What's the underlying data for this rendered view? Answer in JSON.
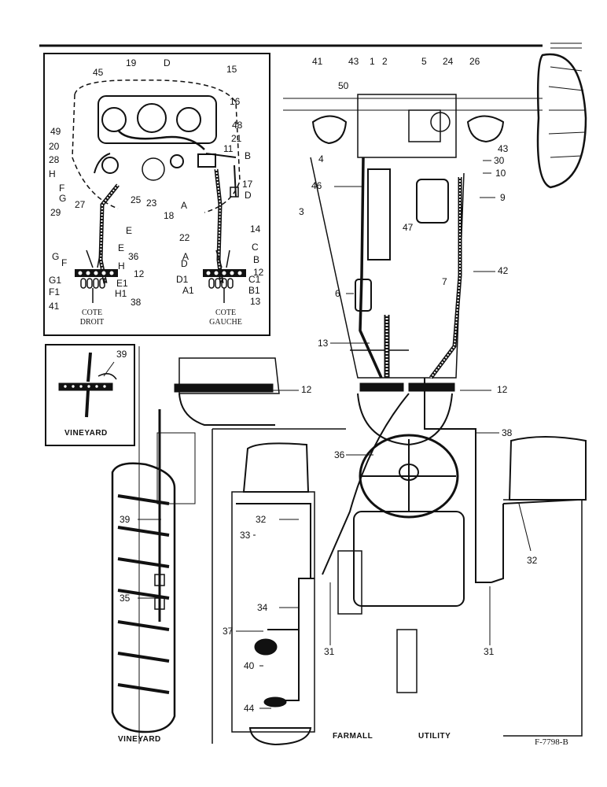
{
  "inset": {
    "side_right": [
      "COTE",
      "DROIT"
    ],
    "side_left": [
      "COTE",
      "GAUCHE"
    ],
    "callouts": [
      "45",
      "19",
      "D",
      "15",
      "16",
      "48",
      "49",
      "20",
      "21",
      "11",
      "28",
      "B",
      "H",
      "F",
      "G",
      "27",
      "25",
      "23",
      "18",
      "17",
      "D",
      "29",
      "E",
      "A",
      "22",
      "14",
      "G",
      "F",
      "E",
      "36",
      "H",
      "C",
      "A",
      "D",
      "B",
      "12",
      "12",
      "G1",
      "F1",
      "E1",
      "H1",
      "D1",
      "C1",
      "A1",
      "B1",
      "41",
      "38",
      "13"
    ]
  },
  "vineyard_inset": {
    "callout": "39",
    "caption": "VINEYARD"
  },
  "main": {
    "top_callouts": [
      "41",
      "43",
      "1",
      "2",
      "5",
      "24",
      "26",
      "50",
      "4",
      "43",
      "30",
      "10",
      "46",
      "9",
      "3",
      "47",
      "7",
      "42",
      "6",
      "13",
      "12",
      "12",
      "38",
      "36"
    ],
    "lower_callouts": [
      "39",
      "32",
      "33",
      "34",
      "35",
      "37",
      "40",
      "44",
      "31",
      "31",
      "32"
    ],
    "captions": {
      "vineyard": "VINEYARD",
      "farmall": "FARMALL",
      "utility": "UTILITY"
    },
    "figure_ref": "F-7798-B"
  }
}
